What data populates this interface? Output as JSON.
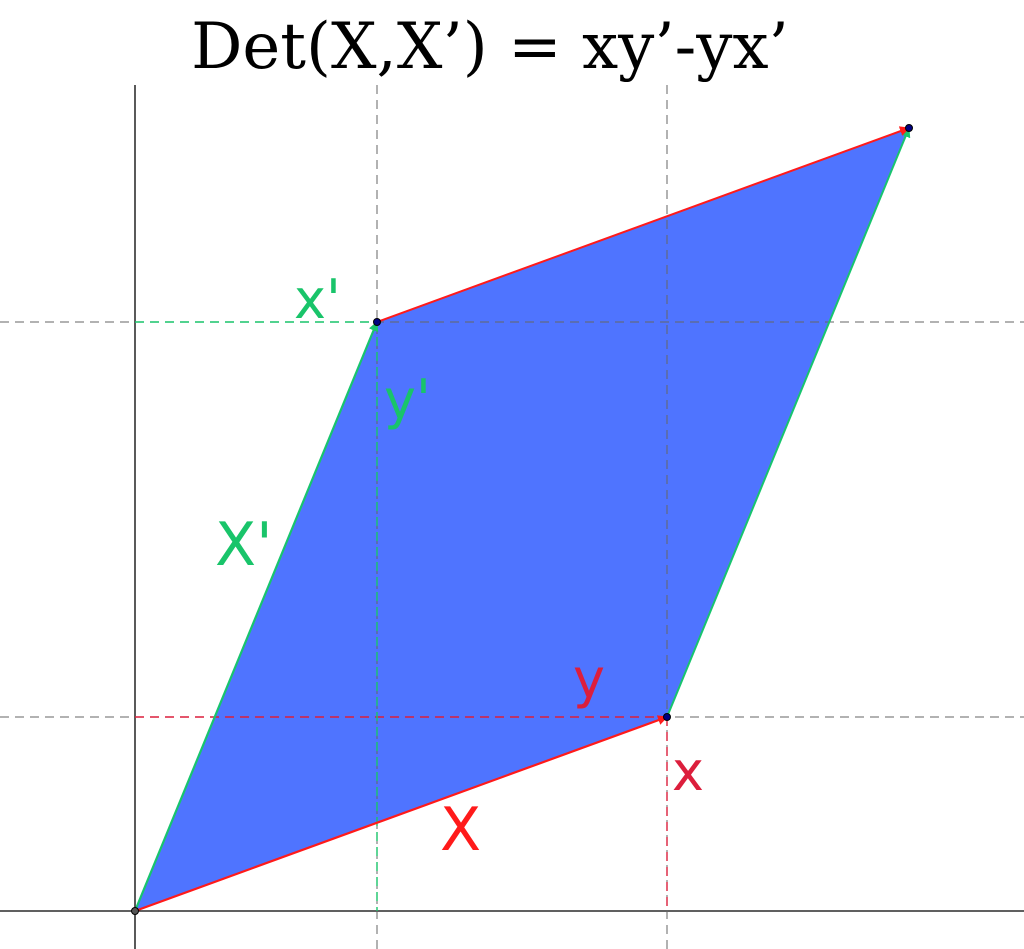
{
  "title": "Det(X,X’) = xy’-yx’",
  "labels": {
    "vector_X": "X",
    "vector_X_prime": "X'",
    "x": "x",
    "y": "y",
    "x_prime": "x'",
    "y_prime": "y'"
  },
  "colors": {
    "fill": "#4f74ff",
    "vector_X": "#ff1a1a",
    "vector_X_prime": "#18c46e",
    "label_red": "#dc1e3c",
    "label_green": "#19c46a",
    "guide": "#666666",
    "axis": "#000000",
    "point": "#000080"
  }
}
